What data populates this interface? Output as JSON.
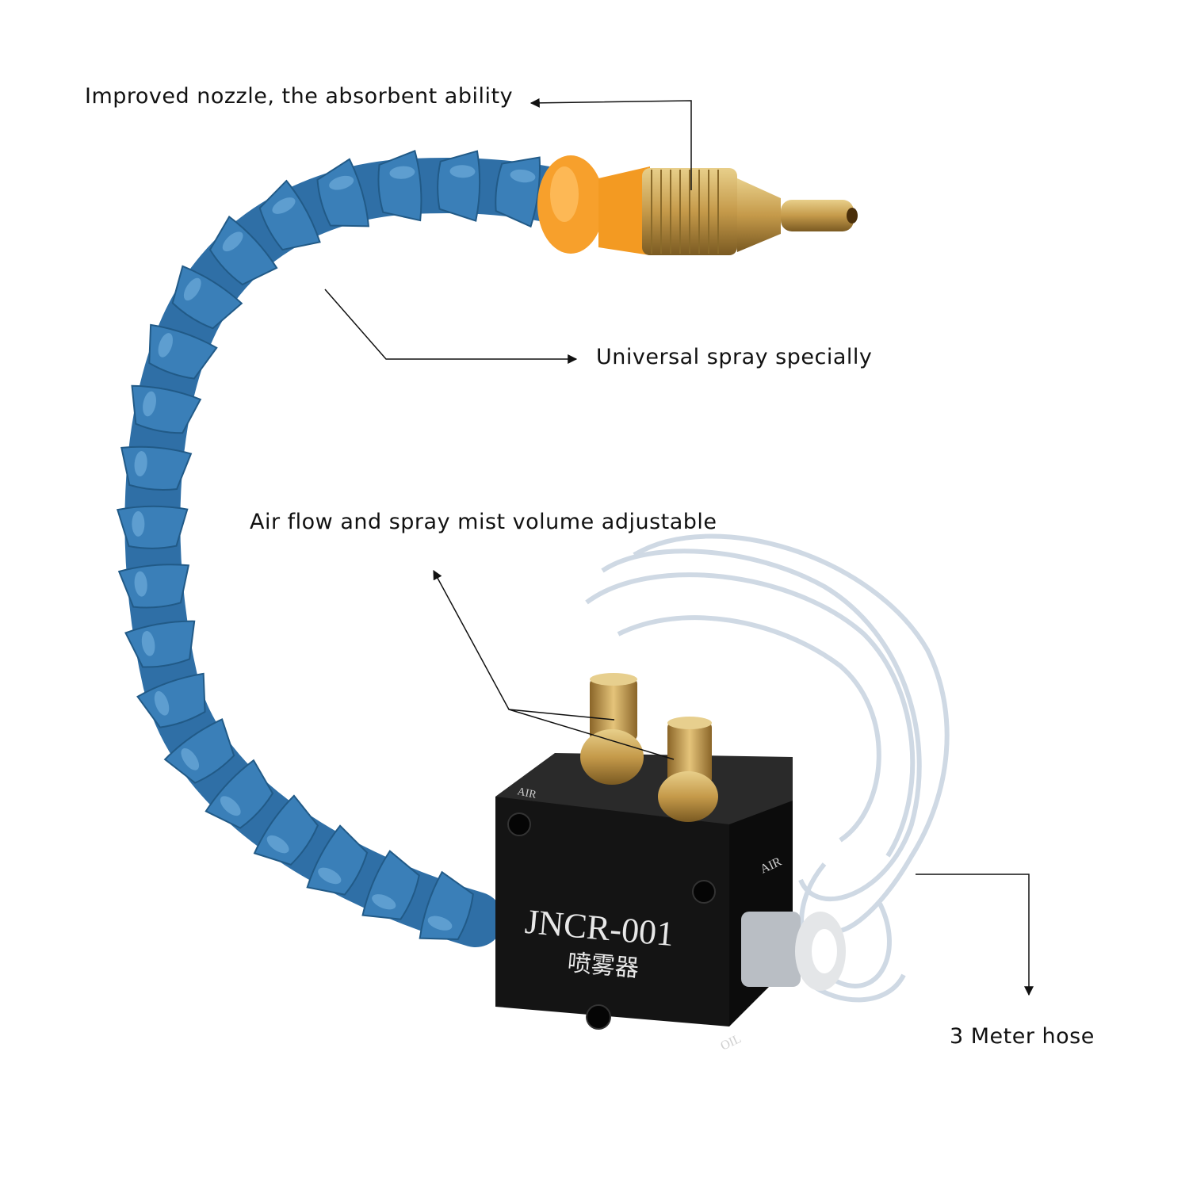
{
  "callouts": {
    "nozzle": "Improved nozzle, the absorbent ability",
    "spray": "Universal spray specially",
    "adjust": "Air flow and spray mist volume adjustable",
    "hose": "3 Meter hose"
  },
  "product": {
    "model": "JNCR-001",
    "name_cn": "喷雾器",
    "port_air_top": "AIR",
    "port_air_side": "AIR",
    "port_oil": "OIL"
  },
  "colors": {
    "hose_blue": "#3a7fb8",
    "nozzle_orange": "#f7a02c",
    "brass": "#c9a55a",
    "block_black": "#1b1b1b",
    "background": "#ffffff"
  }
}
